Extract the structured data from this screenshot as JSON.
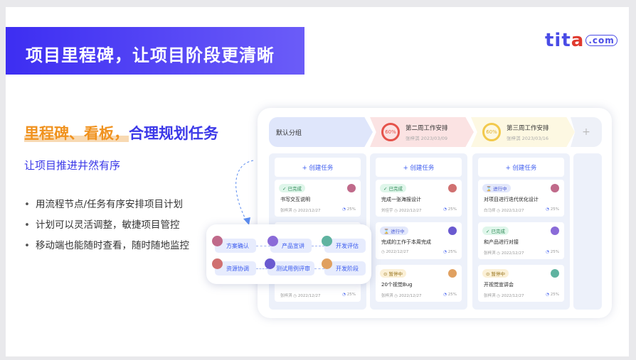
{
  "title": "项目里程碑，让项目阶段更清晰",
  "logo": {
    "text": "tita",
    "suffix": "com"
  },
  "heading": {
    "highlight": "里程碑、看板，",
    "rest": "合理规划任务"
  },
  "subtitle": "让项目推进井然有序",
  "bullets": [
    "用流程节点/任务有序安排项目计划",
    "计划可以灵活调整，敏捷项目管控",
    "移动端也能随时查看，随时随地监控"
  ],
  "board": {
    "groups": [
      {
        "name": "默认分组"
      },
      {
        "name": "第二周工作安排",
        "owner": "张梓淇",
        "date": "2023/03/09",
        "progress": "60%",
        "color": "#e5534b"
      },
      {
        "name": "第三周工作安排",
        "owner": "张梓淇",
        "date": "2023/03/16",
        "progress": "60%",
        "color": "#f2c94c"
      }
    ],
    "add": "+",
    "create_label": "+ 创建任务",
    "columns": [
      [
        {
          "status": "已完成",
          "title": "书写交互说明",
          "owner": "张梓淇",
          "date": "2022/12/27",
          "pct": "25%"
        },
        {
          "status": "",
          "title": "",
          "owner": "",
          "date": "",
          "pct": ""
        },
        {
          "status": "",
          "title": "",
          "owner": "张梓淇",
          "date": "2022/12/27",
          "pct": "25%"
        }
      ],
      [
        {
          "status": "已完成",
          "title": "完成一张海报设计",
          "owner": "刘佳宇",
          "date": "2022/12/27",
          "pct": "25%"
        },
        {
          "status": "进行中",
          "title": "完成的工作于本周完成",
          "owner": "",
          "date": "2022/12/27",
          "pct": "25%"
        },
        {
          "status": "暂停中",
          "title": "20个视觉Bug",
          "owner": "张梓淇",
          "date": "2022/12/27",
          "pct": "25%"
        }
      ],
      [
        {
          "status": "进行中",
          "title": "对项目进行迭代优化设计",
          "owner": "白马师",
          "date": "2022/12/27",
          "pct": "25%"
        },
        {
          "status": "已完成",
          "title": "和产品进行对接",
          "owner": "张梓淇",
          "date": "2022/12/27",
          "pct": "25%"
        },
        {
          "status": "暂停中",
          "title": "开视觉宣讲会",
          "owner": "张梓淇",
          "date": "2022/12/27",
          "pct": "25%"
        }
      ]
    ]
  },
  "flow": [
    "方案确认",
    "产品宣讲",
    "开发评估",
    "资源协调",
    "测试用例评审",
    "开发阶段"
  ]
}
